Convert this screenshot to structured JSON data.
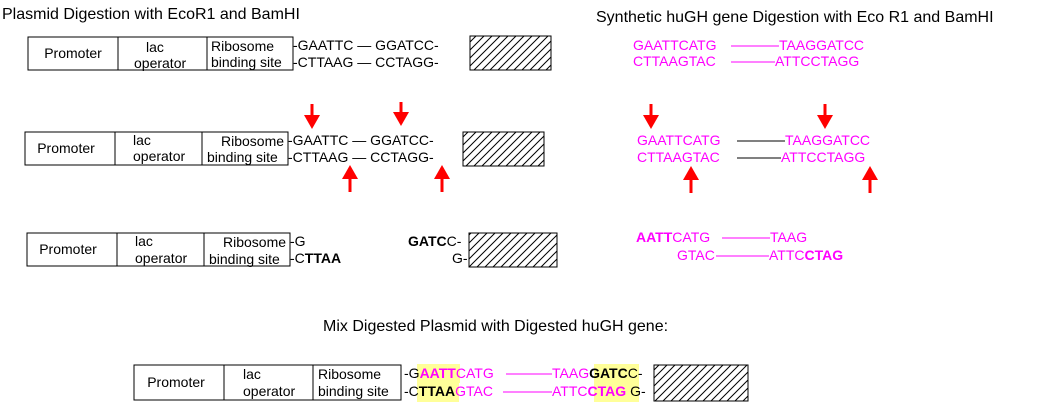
{
  "titles": {
    "plasmid": "Plasmid Digestion with EcoR1 and BamHI",
    "gene": "Synthetic huGH gene Digestion with Eco R1 and BamHI",
    "mix": "Mix Digested Plasmid with Digested huGH gene:"
  },
  "plasmid_parts": {
    "promoter": "Promoter",
    "lac_line1": "lac",
    "lac_line2": "operator",
    "rbs_line1": "Ribosome",
    "rbs_line2": "binding site"
  },
  "plasmid": {
    "intact_top": "-GAATTC — GGATCC-",
    "intact_bottom": "-CTTAAG — CCTAGG-",
    "cut_left_top": "-G",
    "cut_left_bottom_plain": "-C",
    "cut_left_bottom_bold": "TTAA",
    "cut_right_top_bold": "GATC",
    "cut_right_top_plain": "C-",
    "cut_right_bottom": "G-"
  },
  "gene": {
    "top_left": "GAATTCATG",
    "top_right": "TAAGGATCC",
    "bottom_left": "CTTAAGTAC",
    "bottom_right": "ATTCCTAGG",
    "cut_top_bold": "AATT",
    "cut_top_mid": "CATG",
    "cut_top_right": "TAAG",
    "cut_bottom_left": "GTAC",
    "cut_bottom_mid": "ATTC",
    "cut_bottom_bold": "CTAG"
  },
  "mix": {
    "top_g": "-G",
    "top_aatt": "AATT",
    "top_catg": "CATG",
    "top_taag": "TAAG",
    "top_gatc": "GATC",
    "top_c": "C-",
    "bottom_c": "-C",
    "bottom_ttaa": "TTAA",
    "bottom_gtac": "GTAC",
    "bottom_attc": "ATTC",
    "bottom_ctag": "CTAG",
    "bottom_g": "G-"
  },
  "colors": {
    "gene_text": "#ff00ff",
    "arrow": "#ff0000",
    "highlight": "#ffff99"
  }
}
